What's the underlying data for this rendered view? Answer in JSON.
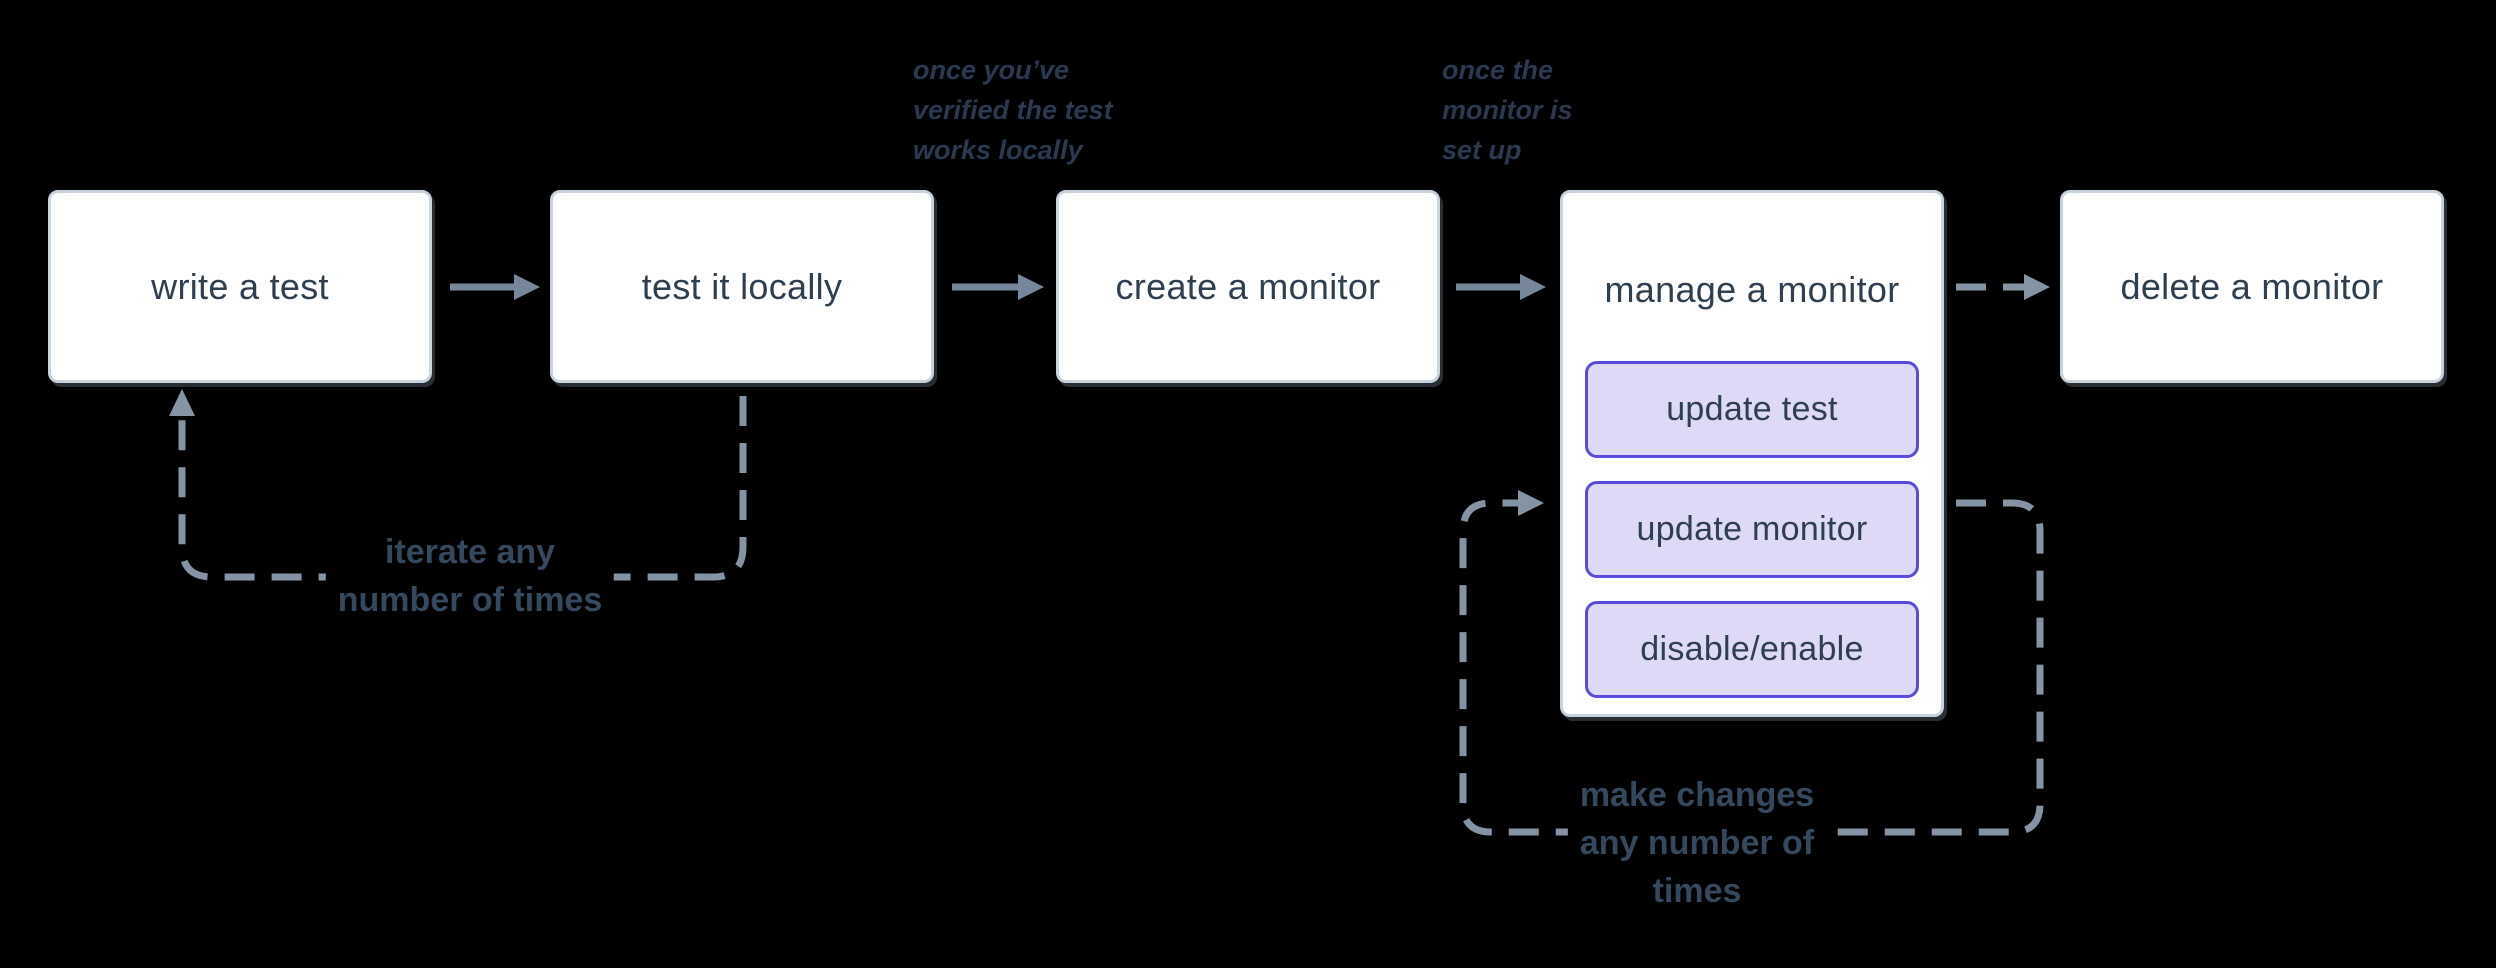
{
  "diagram": {
    "background": "#000000",
    "nodes": [
      {
        "label": "write a test"
      },
      {
        "label": "test it locally"
      },
      {
        "label": "create a monitor"
      },
      {
        "label": "manage a monitor",
        "actions": [
          {
            "label": "update test"
          },
          {
            "label": "update monitor"
          },
          {
            "label": "disable/enable"
          }
        ]
      },
      {
        "label": "delete a monitor"
      }
    ],
    "annotations": [
      {
        "lines": [
          "once you’ve",
          "verified the test",
          "works locally"
        ]
      },
      {
        "lines": [
          "once the",
          "monitor is",
          "set up"
        ]
      }
    ],
    "loops": [
      {
        "lines": [
          "iterate any",
          "number of times"
        ]
      },
      {
        "lines": [
          "make changes",
          "any number of",
          "times"
        ]
      }
    ],
    "colors": {
      "node_bg": "#ffffff",
      "node_border": "#c7d2dd",
      "node_text": "#2e3f50",
      "action_bg": "#ded9f7",
      "action_border": "#5a4be0",
      "arrow_solid": "#77879b",
      "arrow_dashed": "#8594a4",
      "annotation_text": "#2a3950",
      "loop_label_text": "#34495d"
    }
  }
}
